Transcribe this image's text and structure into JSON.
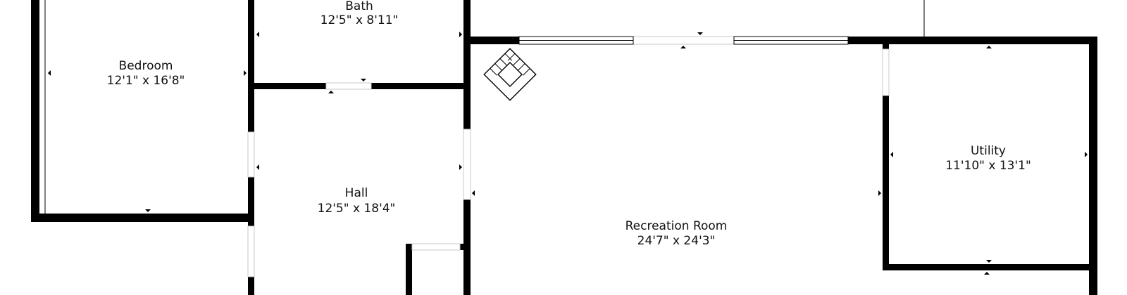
{
  "rooms": [
    {
      "id": "bath",
      "name": "Bath",
      "dimensions": "12'5\" x 8'11\""
    },
    {
      "id": "bedroom",
      "name": "Bedroom",
      "dimensions": "12'1\" x 16'8\""
    },
    {
      "id": "hall",
      "name": "Hall",
      "dimensions": "12'5\" x 18'4\""
    },
    {
      "id": "recreation-room",
      "name": "Recreation Room",
      "dimensions": "24'7\" x 24'3\""
    },
    {
      "id": "utility",
      "name": "Utility",
      "dimensions": "11'10\" x 13'1\""
    }
  ],
  "features": {
    "fireplace-icon": "fireplace"
  },
  "colors": {
    "wall": "#000000",
    "background": "#ffffff"
  }
}
